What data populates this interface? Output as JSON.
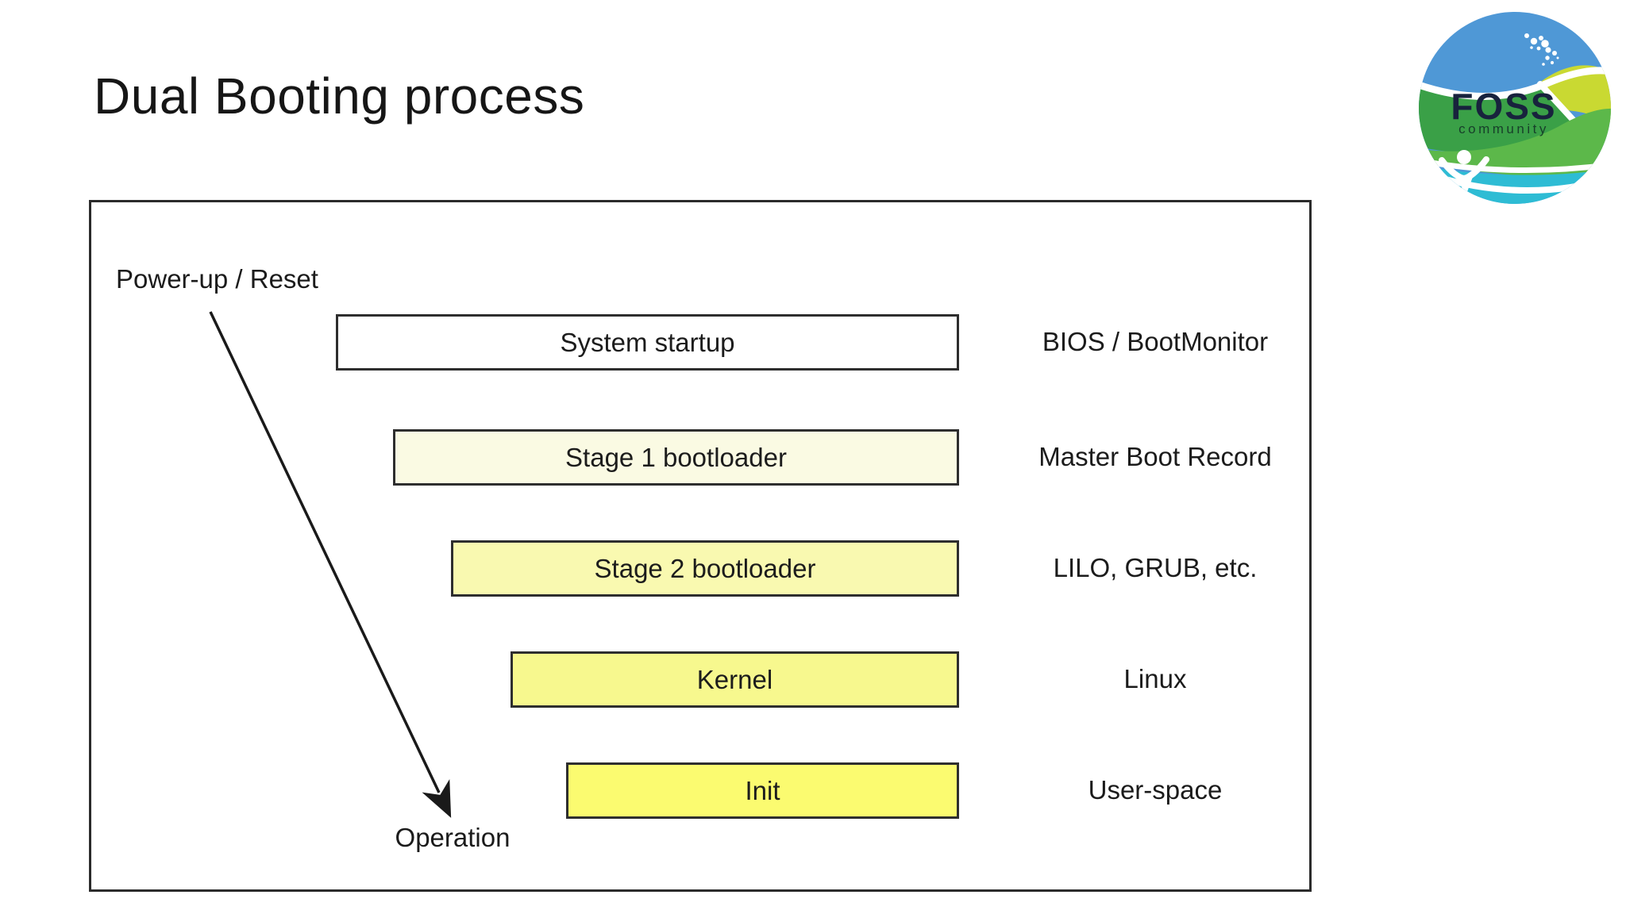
{
  "slide": {
    "title": "Dual Booting process",
    "background_color": "#ffffff"
  },
  "logo": {
    "name": "FOSS community logo",
    "text_primary": "FOSS",
    "text_secondary": "community",
    "colors": {
      "sky_blue": "#4f98d6",
      "band_green_dark": "#3aa047",
      "band_green_light": "#5cb84a",
      "wedge_yellow_green": "#c9d932",
      "sea_teal": "#2ebcd4",
      "text_dark": "#18223d",
      "text_community": "#173f2a",
      "white": "#ffffff"
    }
  },
  "diagram": {
    "border_color": "#2b2b2b",
    "arrow_color": "#1a1a1a",
    "start_label": "Power-up / Reset",
    "end_label": "Operation",
    "stages": [
      {
        "label": "System startup",
        "annotation": "BIOS / BootMonitor",
        "fill": "#ffffff"
      },
      {
        "label": "Stage 1 bootloader",
        "annotation": "Master Boot Record",
        "fill": "#fafae3"
      },
      {
        "label": "Stage 2 bootloader",
        "annotation": "LILO, GRUB, etc.",
        "fill": "#f9f9b0"
      },
      {
        "label": "Kernel",
        "annotation": "Linux",
        "fill": "#f7f88e"
      },
      {
        "label": "Init",
        "annotation": "User-space",
        "fill": "#fbfb70"
      }
    ]
  }
}
